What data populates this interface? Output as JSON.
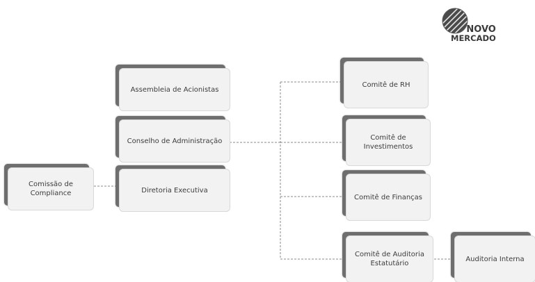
{
  "logo": {
    "line1": "NOVO",
    "line2": "MERCADO"
  },
  "nodes": {
    "assembleia": "Assembleia de Acionistas",
    "conselho": "Conselho de Administração",
    "diretoria": "Diretoria Executiva",
    "compliance": [
      "Comissão de",
      "Compliance"
    ],
    "comite_rh": "Comitê de RH",
    "comite_investimentos": [
      "Comitê de",
      "Investimentos"
    ],
    "comite_financas": "Comitê de Finanças",
    "comite_auditoria": [
      "Comitê de Auditoria",
      "Estatutário"
    ],
    "auditoria_interna": "Auditoria Interna"
  },
  "colors": {
    "box_fill": "#f2f2f2",
    "box_shadow": "#6e6e6e",
    "connector": "#8a8a8a"
  }
}
